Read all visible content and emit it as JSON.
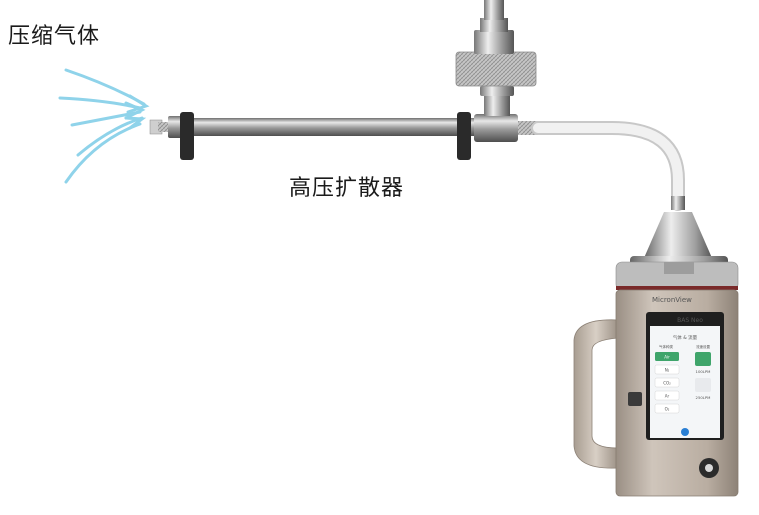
{
  "labels": {
    "compressed_gas": "压缩气体",
    "high_pressure_diffuser": "高压扩散器"
  },
  "device": {
    "brand": "MicronView",
    "model": "BAS Neo",
    "screen": {
      "header": "气体 & 流量",
      "columns": [
        "气体种类",
        "流速设置"
      ],
      "gas_options": [
        "Air",
        "N₂",
        "CO₂",
        "Ar",
        "O₂"
      ],
      "selected_gas": "Air",
      "flow_options": [
        "100LPM",
        "250LPM"
      ]
    }
  },
  "colors": {
    "gas_arrows": "#8fd3ea",
    "selected_gas": "#3fa56b",
    "screen_blue": "#2a7fd4",
    "body": "#b8aca0"
  }
}
